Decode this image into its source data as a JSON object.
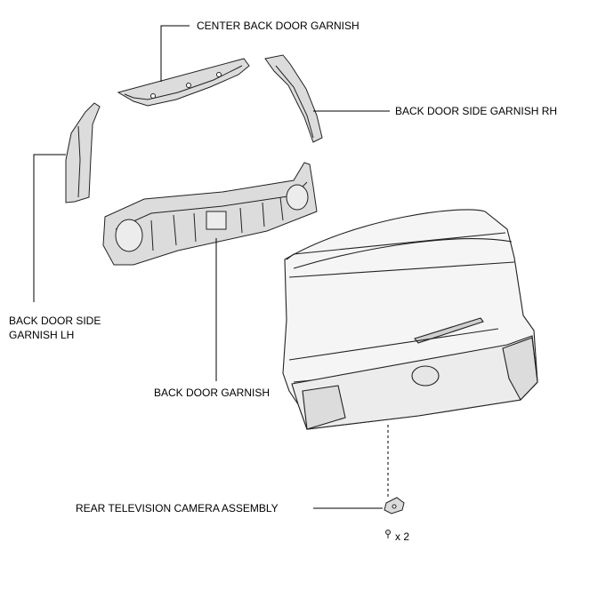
{
  "labels": {
    "center_back_door_garnish": "CENTER BACK DOOR GARNISH",
    "back_door_side_garnish_rh": "BACK DOOR SIDE GARNISH RH",
    "back_door_side_garnish_lh_line1": "BACK DOOR SIDE",
    "back_door_side_garnish_lh_line2": "GARNISH LH",
    "back_door_garnish": "BACK DOOR GARNISH",
    "rear_television_camera_assembly": "REAR TELEVISION CAMERA ASSEMBLY",
    "screw_quantity": "x 2"
  },
  "colors": {
    "line": "#000000",
    "part_fill": "#dcdcdc",
    "part_stroke": "#222222",
    "door_fill": "#f4f4f4"
  }
}
